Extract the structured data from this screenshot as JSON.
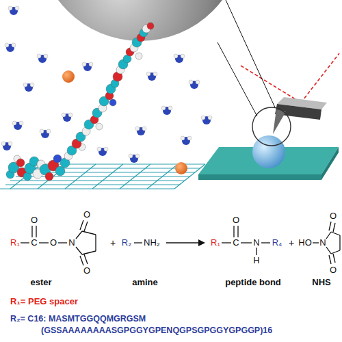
{
  "diagram": {
    "labels": [
      "R₁",
      "C",
      "O",
      "O",
      "N",
      "O",
      "O",
      "+",
      "R₂",
      "NH₂",
      "R₁",
      "C",
      "O",
      "N",
      "H",
      "R₄",
      "+",
      "HO",
      "N",
      "O",
      "O",
      "ester",
      "amine",
      "peptide bond",
      "NHS",
      "R₁= PEG spacer",
      "R₂= C16: MASMTGGQQMGRGSM (GSSAAAAAAAASGPGGYGPENQGPSGPGGYGPGGP)16"
    ]
  }
}
